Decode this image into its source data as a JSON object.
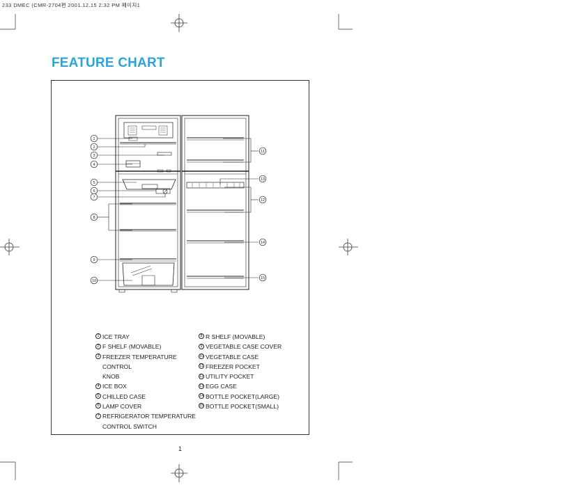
{
  "print_header": "233 DMEC (CMR-2704편  2001.12.15 2:32 PM 페이지1",
  "title": "FEATURE CHART",
  "callout_numbers": [
    "1",
    "2",
    "3",
    "4",
    "5",
    "6",
    "7",
    "8",
    "9",
    "10",
    "11",
    "12",
    "13",
    "14",
    "15"
  ],
  "legend_left": [
    {
      "num": "1",
      "text": "ICE TRAY",
      "text2": ""
    },
    {
      "num": "2",
      "text": "F SHELF (MOVABLE)",
      "text2": ""
    },
    {
      "num": "3",
      "text": "FREEZER TEMPERATURE CONTROL",
      "text2": "KNOB"
    },
    {
      "num": "4",
      "text": "ICE BOX",
      "text2": ""
    },
    {
      "num": "5",
      "text": "CHILLED CASE",
      "text2": ""
    },
    {
      "num": "6",
      "text": "LAMP COVER",
      "text2": ""
    },
    {
      "num": "7",
      "text": "REFRIGERATOR TEMPERATURE",
      "text2": "CONTROL SWITCH"
    }
  ],
  "legend_right": [
    {
      "num": "8",
      "text": "R SHELF (MOVABLE)",
      "text2": ""
    },
    {
      "num": "9",
      "text": "VEGETABLE CASE COVER",
      "text2": ""
    },
    {
      "num": "10",
      "text": "VEGETABLE CASE",
      "text2": ""
    },
    {
      "num": "11",
      "text": "FREEZER POCKET",
      "text2": ""
    },
    {
      "num": "12",
      "text": "UTILITY POCKET",
      "text2": ""
    },
    {
      "num": "13",
      "text": "EGG CASE",
      "text2": ""
    },
    {
      "num": "14",
      "text": "BOTTLE POCKET(LARGE)",
      "text2": ""
    },
    {
      "num": "15",
      "text": "BOTTLE POCKET(SMALL)",
      "text2": ""
    }
  ],
  "page_number": "1",
  "colors": {
    "title": "#2aa5dc",
    "line": "#222222"
  }
}
